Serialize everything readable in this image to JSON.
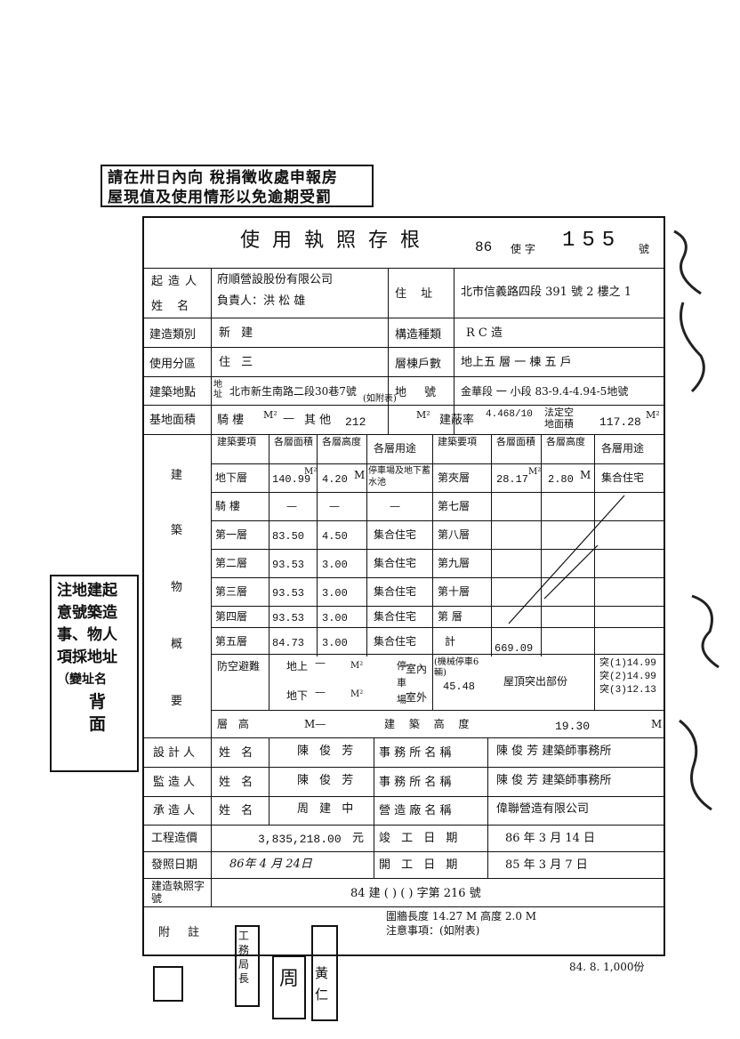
{
  "notice": {
    "line1": "請在卅日內向 稅捐徵收處申報房",
    "line2": "屋現值及使用情形以免逾期受罰"
  },
  "header": {
    "title": "使用執照存根",
    "year": "86",
    "cert_word": "使 字",
    "number": "155",
    "suffix": "號"
  },
  "builder": {
    "label_1": "起造人",
    "label_2": "姓 名",
    "company": "府順營設股份有限公司",
    "rep": "負責人：洪 松 雄",
    "addr_label": "住 址",
    "address": "北市信義路四段 391 號 2 樓之 1"
  },
  "build_type": {
    "label": "建造類別",
    "value": "新 建"
  },
  "structure": {
    "label": "構造種類",
    "value": "R C 造"
  },
  "zone": {
    "label": "使用分區",
    "value": "住 三"
  },
  "floors": {
    "label": "層棟戶數",
    "value": "地上五 層 一 棟 五 戶"
  },
  "site": {
    "label": "建築地點",
    "addr_tag": "地址",
    "address": "北市新生南路二段30巷7號",
    "note": "(如附表)",
    "lot_label": "地 號",
    "lot": "金華段 一 小段 83-9.4-4.94-5地號"
  },
  "area": {
    "label": "基地面積",
    "arcade_label": "騎 樓",
    "arcade": "—",
    "other_label": "其 他",
    "other": "212",
    "unit": "M²",
    "coverage_label": "建蔽率",
    "coverage": "4.468/10",
    "shelter_label": "法定空地面積",
    "shelter": "117.28"
  },
  "building": {
    "side_label": [
      "建",
      "築",
      "物",
      "概",
      "要"
    ],
    "headers": [
      "建築要項",
      "各層面積",
      "各層高度",
      "各層用途",
      "建築要項",
      "各層面積",
      "各層高度",
      "各層用途"
    ],
    "rows": [
      {
        "item": "地下層",
        "area": "140.99",
        "height": "4.20",
        "use": "停車場及地下蓄水池",
        "item2": "第夾層",
        "area2": "28.17",
        "height2": "2.80",
        "use2": "集合住宅"
      },
      {
        "item": "騎 樓",
        "area": "—",
        "height": "—",
        "use": "—",
        "item2": "第七層",
        "area2": "",
        "height2": "",
        "use2": ""
      },
      {
        "item": "第一層",
        "area": "83.50",
        "height": "4.50",
        "use": "集合住宅",
        "item2": "第八層",
        "area2": "",
        "height2": "",
        "use2": ""
      },
      {
        "item": "第二層",
        "area": "93.53",
        "height": "3.00",
        "use": "集合住宅",
        "item2": "第九層",
        "area2": "",
        "height2": "",
        "use2": ""
      },
      {
        "item": "第三層",
        "area": "93.53",
        "height": "3.00",
        "use": "集合住宅",
        "item2": "第十層",
        "area2": "",
        "height2": "",
        "use2": ""
      },
      {
        "item": "第四層",
        "area": "93.53",
        "height": "3.00",
        "use": "集合住宅",
        "item2": "第 層",
        "area2": "",
        "height2": "",
        "use2": ""
      },
      {
        "item": "第五層",
        "area": "84.73",
        "height": "3.00",
        "use": "集合住宅",
        "item2": "計",
        "area2": "669.09",
        "height2": "",
        "use2": ""
      }
    ],
    "m2": "M²",
    "m": "M",
    "defense_label": "防空避難",
    "above": "地上",
    "below": "地下",
    "dash": "—",
    "parking_label": "停車場",
    "indoor": "室內",
    "outdoor": "室外",
    "parking_note": "(機械停車6輛)",
    "parking_area": "45.48",
    "roof_label": "屋頂突出部份",
    "roof": [
      "突(1)14.99",
      "突(2)14.99",
      "突(3)12.13"
    ],
    "height_label": "層 高",
    "height_value": "M—",
    "bh_label": "建 築 高 度",
    "bh_value": "19.30",
    "bh_unit": "M"
  },
  "designer": {
    "label": "設計人",
    "name_label": "姓 名",
    "name": "陳 俊 芳",
    "office_label": "事 務 所 名 稱",
    "office": "陳 俊 芳 建築師事務所"
  },
  "supervisor": {
    "label": "監造人",
    "name_label": "姓 名",
    "name": "陳 俊 芳",
    "office_label": "事 務 所 名 稱",
    "office": "陳 俊 芳 建築師事務所"
  },
  "contractor": {
    "label": "承造人",
    "name_label": "姓 名",
    "name": "周 建 中",
    "firm_label": "營 造 廠 名 稱",
    "firm": "偉聯營造有限公司"
  },
  "cost": {
    "label": "工程造價",
    "value": "3,835,218.00",
    "unit": "元",
    "finish_label": "竣 工 日 期",
    "finish": "86 年 3 月 14 日"
  },
  "issue": {
    "label": "發照日期",
    "value": "86年 4 月 24日",
    "start_label": "開 工 日 期",
    "start": "85 年 3 月 7 日"
  },
  "permit": {
    "label": "建造執照字號",
    "value": "84 建 (  ) (  ) 字第 216 號"
  },
  "notes": {
    "label": "附 註",
    "line1": "圍牆長度 14.27 M 高度 2.0 M",
    "line2": "注意事項：(如附表)"
  },
  "footer": {
    "print": "84. 8. 1,000份"
  },
  "side_stamp": {
    "lines": [
      "注地建起",
      "意號築造",
      "事、物人",
      "項採地址",
      "（變址名",
      "背",
      "面"
    ]
  },
  "seals": {
    "s1": "周",
    "s2": "黃仁",
    "s3": "工務局長"
  }
}
